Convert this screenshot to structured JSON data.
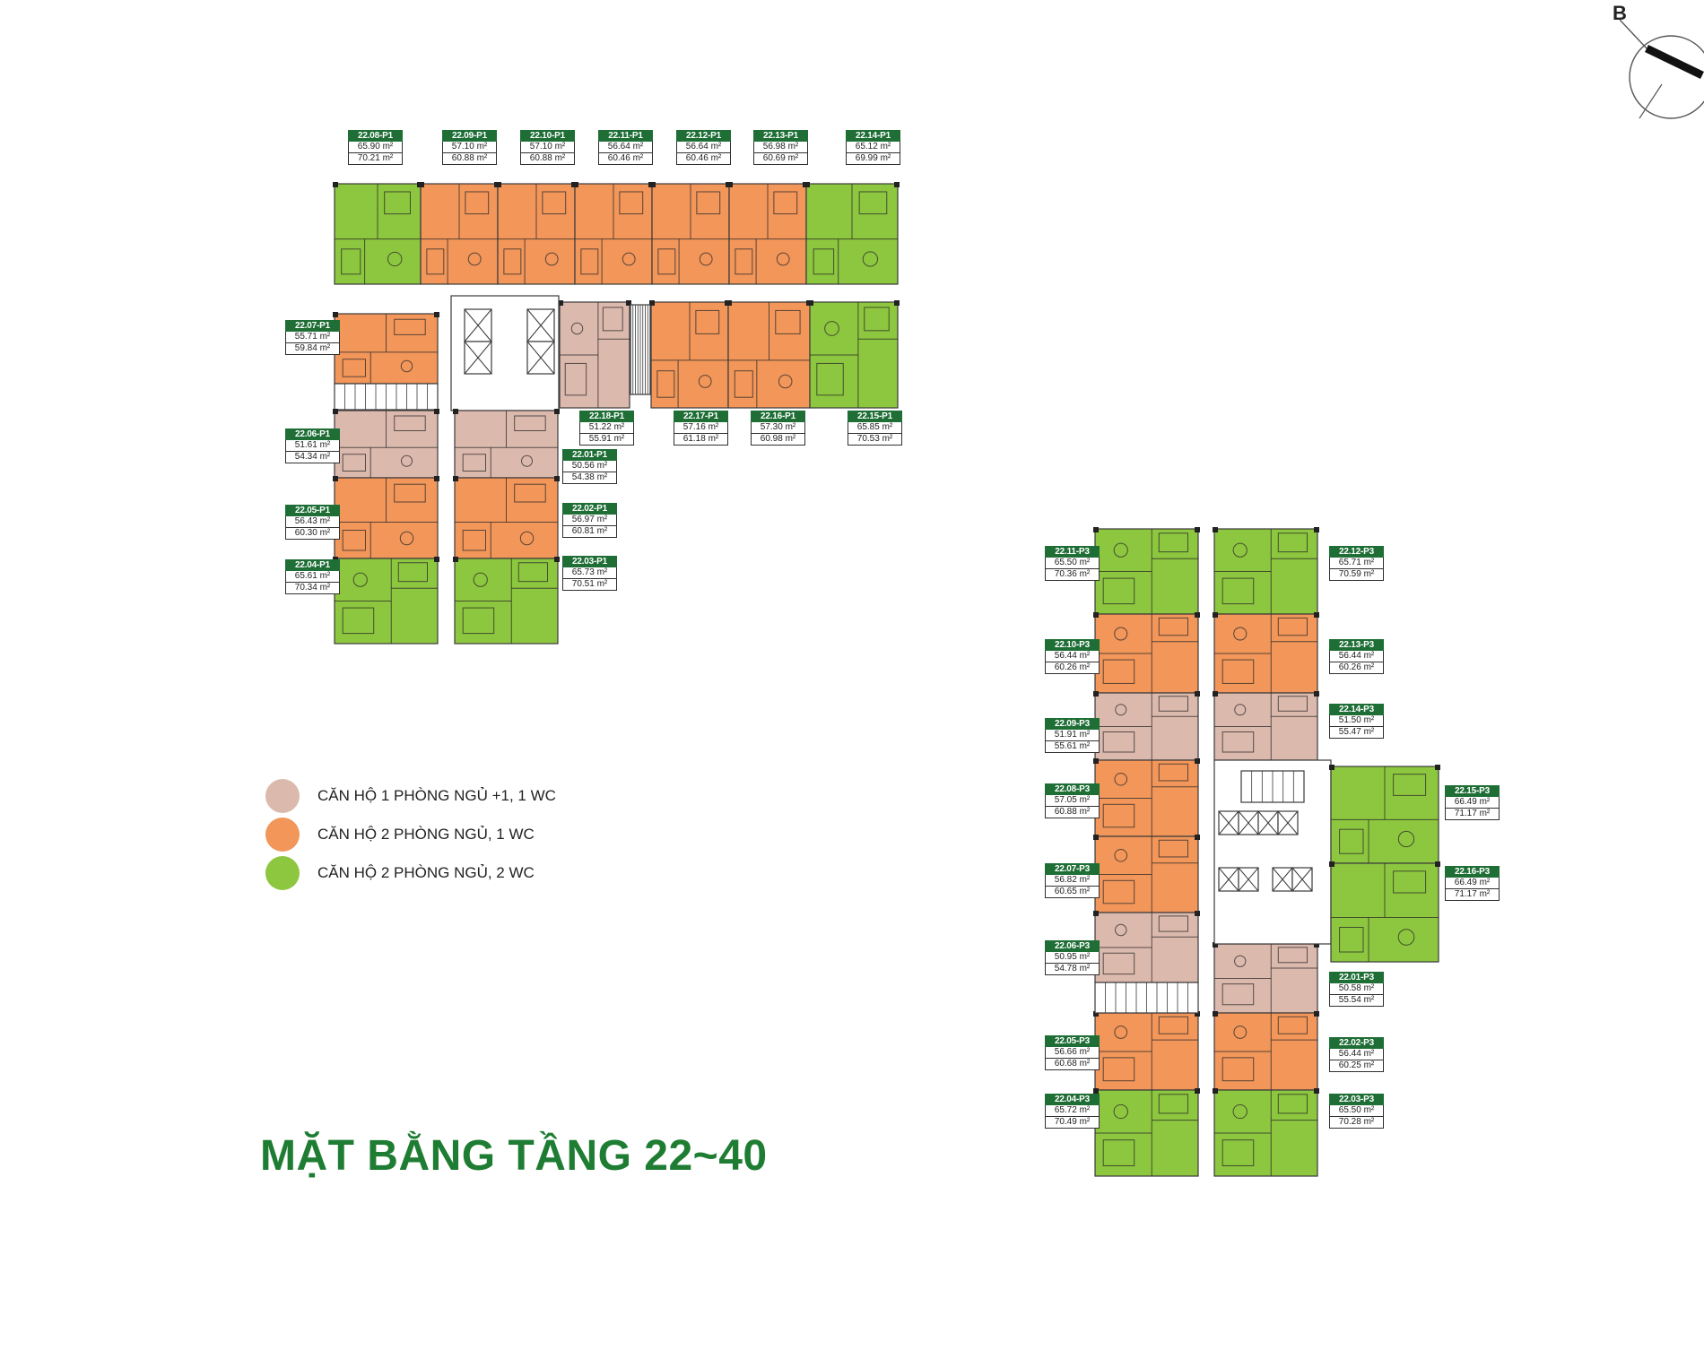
{
  "title": "MẶT BẰNG TẦNG 22~40",
  "compass": {
    "letter": "B"
  },
  "colors": {
    "one_bed": "#dcb9ad",
    "two_bed_one_wc": "#f2965a",
    "two_bed_two_wc": "#8dc63f",
    "core": "#ffffff",
    "title": "#1e7d32",
    "label": "#1e6e36"
  },
  "legend": [
    {
      "type": "one_bed",
      "label": "CĂN HỘ 1 PHÒNG NGỦ +1, 1 WC"
    },
    {
      "type": "two_bed_one_wc",
      "label": "CĂN HỘ 2 PHÒNG NGỦ, 1 WC"
    },
    {
      "type": "two_bed_two_wc",
      "label": "CĂN HỘ 2 PHÒNG NGỦ, 2 WC"
    }
  ],
  "tower_p1": {
    "units": [
      {
        "code": "22.01-P1",
        "area_inner": "50.56 m²",
        "area_outer": "54.38 m²",
        "type": "one_bed"
      },
      {
        "code": "22.02-P1",
        "area_inner": "56.97 m²",
        "area_outer": "60.81 m²",
        "type": "two_bed_one_wc"
      },
      {
        "code": "22.03-P1",
        "area_inner": "65.73 m²",
        "area_outer": "70.51 m²",
        "type": "two_bed_two_wc"
      },
      {
        "code": "22.04-P1",
        "area_inner": "65.61 m²",
        "area_outer": "70.34 m²",
        "type": "two_bed_two_wc"
      },
      {
        "code": "22.05-P1",
        "area_inner": "56.43 m²",
        "area_outer": "60.30 m²",
        "type": "two_bed_one_wc"
      },
      {
        "code": "22.06-P1",
        "area_inner": "51.61 m²",
        "area_outer": "54.34 m²",
        "type": "one_bed"
      },
      {
        "code": "22.07-P1",
        "area_inner": "55.71 m²",
        "area_outer": "59.84 m²",
        "type": "two_bed_one_wc"
      },
      {
        "code": "22.08-P1",
        "area_inner": "65.90 m²",
        "area_outer": "70.21 m²",
        "type": "two_bed_two_wc"
      },
      {
        "code": "22.09-P1",
        "area_inner": "57.10 m²",
        "area_outer": "60.88 m²",
        "type": "two_bed_one_wc"
      },
      {
        "code": "22.10-P1",
        "area_inner": "57.10 m²",
        "area_outer": "60.88 m²",
        "type": "two_bed_one_wc"
      },
      {
        "code": "22.11-P1",
        "area_inner": "56.64 m²",
        "area_outer": "60.46 m²",
        "type": "two_bed_one_wc"
      },
      {
        "code": "22.12-P1",
        "area_inner": "56.64 m²",
        "area_outer": "60.46 m²",
        "type": "two_bed_one_wc"
      },
      {
        "code": "22.13-P1",
        "area_inner": "56.98 m²",
        "area_outer": "60.69 m²",
        "type": "two_bed_one_wc"
      },
      {
        "code": "22.14-P1",
        "area_inner": "65.12 m²",
        "area_outer": "69.99 m²",
        "type": "two_bed_two_wc"
      },
      {
        "code": "22.15-P1",
        "area_inner": "65.85 m²",
        "area_outer": "70.53 m²",
        "type": "two_bed_two_wc"
      },
      {
        "code": "22.16-P1",
        "area_inner": "57.30 m²",
        "area_outer": "60.98 m²",
        "type": "two_bed_one_wc"
      },
      {
        "code": "22.17-P1",
        "area_inner": "57.16 m²",
        "area_outer": "61.18 m²",
        "type": "two_bed_one_wc"
      },
      {
        "code": "22.18-P1",
        "area_inner": "51.22 m²",
        "area_outer": "55.91 m²",
        "type": "one_bed"
      }
    ]
  },
  "tower_p3": {
    "units": [
      {
        "code": "22.01-P3",
        "area_inner": "50.58 m²",
        "area_outer": "55.54 m²",
        "type": "one_bed"
      },
      {
        "code": "22.02-P3",
        "area_inner": "56.44 m²",
        "area_outer": "60.25 m²",
        "type": "two_bed_one_wc"
      },
      {
        "code": "22.03-P3",
        "area_inner": "65.50 m²",
        "area_outer": "70.28 m²",
        "type": "two_bed_two_wc"
      },
      {
        "code": "22.04-P3",
        "area_inner": "65.72 m²",
        "area_outer": "70.49 m²",
        "type": "two_bed_two_wc"
      },
      {
        "code": "22.05-P3",
        "area_inner": "56.66 m²",
        "area_outer": "60.68 m²",
        "type": "two_bed_one_wc"
      },
      {
        "code": "22.06-P3",
        "area_inner": "50.95 m²",
        "area_outer": "54.78 m²",
        "type": "one_bed"
      },
      {
        "code": "22.07-P3",
        "area_inner": "56.82 m²",
        "area_outer": "60.65 m²",
        "type": "two_bed_one_wc"
      },
      {
        "code": "22.08-P3",
        "area_inner": "57.05 m²",
        "area_outer": "60.88 m²",
        "type": "two_bed_one_wc"
      },
      {
        "code": "22.09-P3",
        "area_inner": "51.91 m²",
        "area_outer": "55.61 m²",
        "type": "one_bed"
      },
      {
        "code": "22.10-P3",
        "area_inner": "56.44 m²",
        "area_outer": "60.26 m²",
        "type": "two_bed_one_wc"
      },
      {
        "code": "22.11-P3",
        "area_inner": "65.50 m²",
        "area_outer": "70.36 m²",
        "type": "two_bed_two_wc"
      },
      {
        "code": "22.12-P3",
        "area_inner": "65.71 m²",
        "area_outer": "70.59 m²",
        "type": "two_bed_two_wc"
      },
      {
        "code": "22.13-P3",
        "area_inner": "56.44 m²",
        "area_outer": "60.26 m²",
        "type": "two_bed_one_wc"
      },
      {
        "code": "22.14-P3",
        "area_inner": "51.50 m²",
        "area_outer": "55.47 m²",
        "type": "one_bed"
      },
      {
        "code": "22.15-P3",
        "area_inner": "66.49 m²",
        "area_outer": "71.17 m²",
        "type": "two_bed_two_wc"
      },
      {
        "code": "22.16-P3",
        "area_inner": "66.49 m²",
        "area_outer": "71.17 m²",
        "type": "two_bed_two_wc"
      }
    ]
  }
}
